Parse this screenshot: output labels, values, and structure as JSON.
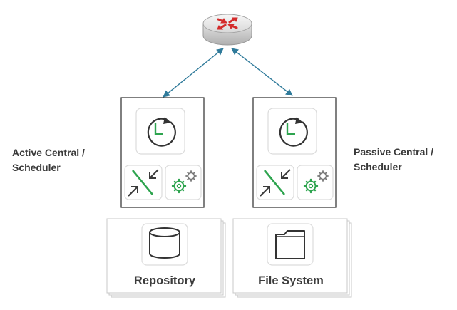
{
  "labels": {
    "active": [
      "Active Central /",
      "Scheduler"
    ],
    "passive": [
      "Passive Central /",
      "Scheduler"
    ]
  },
  "nodes": {
    "router": {
      "icon": "router-icon"
    },
    "active_central": {
      "icons": [
        "clock-icon",
        "compress-arrows-icon",
        "gears-icon"
      ]
    },
    "passive_central": {
      "icons": [
        "clock-icon",
        "compress-arrows-icon",
        "gears-icon"
      ]
    }
  },
  "storage": {
    "repository": {
      "label": "Repository",
      "icon": "database-icon"
    },
    "file_system": {
      "label": "File System",
      "icon": "folder-icon"
    }
  },
  "colors": {
    "connector": "#2f7a9a",
    "router_red": "#d42b2b",
    "accent_green": "#2ea44f",
    "dark_icon": "#3a3a3a"
  }
}
